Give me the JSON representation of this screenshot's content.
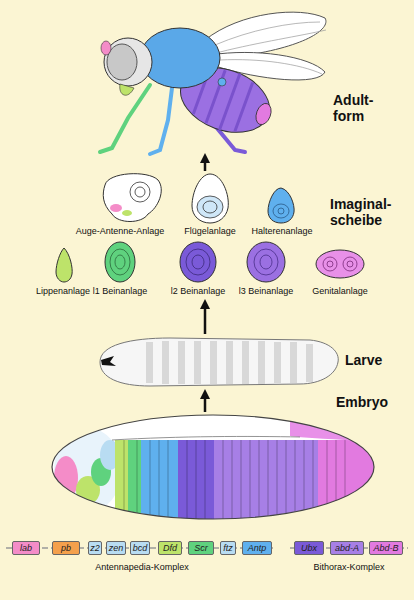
{
  "diagram": {
    "nodes": [
      {
        "text": [
          "Antennapedia-Komplex"
        ]
      },
      {
        "text": [
          "lab"
        ],
        "in": 0
      },
      {
        "text": [
          "pb"
        ],
        "in": 0
      },
      {
        "text": [
          "z2"
        ],
        "in": 0
      },
      {
        "text": [
          "zen"
        ],
        "in": 0
      },
      {
        "text": [
          "bcd"
        ],
        "in": 0
      },
      {
        "text": [
          "Dfd"
        ],
        "in": 0
      },
      {
        "text": [
          "Scr"
        ],
        "in": 0
      },
      {
        "text": [
          "ftz"
        ],
        "in": 0
      },
      {
        "text": [
          "Antp"
        ],
        "in": 0
      },
      {
        "text": [
          "Bithorax-Komplex"
        ]
      },
      {
        "text": [
          "Ubx"
        ],
        "in": 10
      },
      {
        "text": [
          "abd-A"
        ],
        "in": 10
      },
      {
        "text": [
          "Abd-B"
        ],
        "in": 10
      }
    ],
    "labels": [
      "Adult- form",
      "Imaginal- scheibe",
      "Auge-Antenne-Anlage",
      "Flügelanlage",
      "Halterenanlage",
      "Lippenanlage",
      "l1 Beinanlage",
      "l2 Beinanlage",
      "l3 Beinanlage",
      "Genitalanlage",
      "Larve",
      "Embryo"
    ]
  }
}
